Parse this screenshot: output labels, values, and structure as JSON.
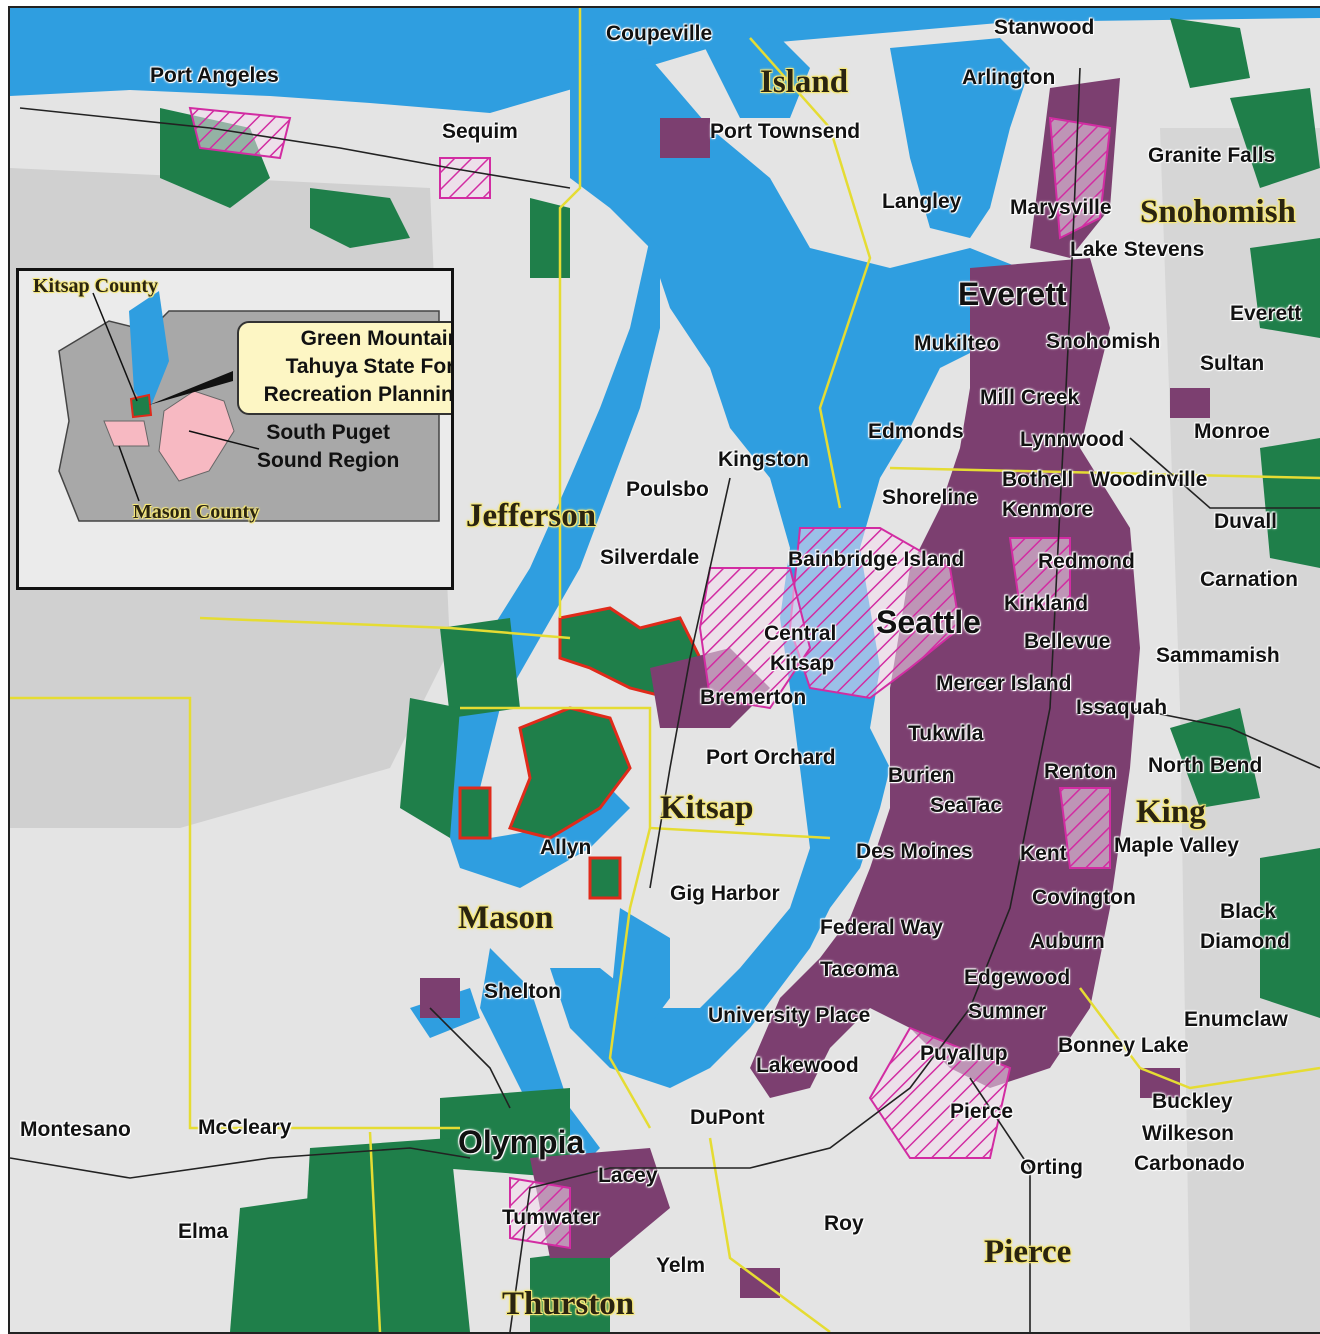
{
  "colors": {
    "water": "#2f9ee0",
    "land": "#e4e4e4",
    "forest": "#1f7f4a",
    "urban": "#7c3f70",
    "uga_hatch": "#d22ca2",
    "county_line": "#e5dc33",
    "planning_area_outline": "#e02a1a",
    "inset_region_fill": "#f7b9c2"
  },
  "inset": {
    "kitsap_county": "Kitsap County",
    "mason_county": "Mason County",
    "callout": {
      "line1": "Green Mountain &",
      "line2": "Tahuya State Forests",
      "line3": "Recreation Planning Area"
    },
    "region_line1": "South Puget",
    "region_line2": "Sound Region"
  },
  "counties": {
    "island": "Island",
    "snohomish": "Snohomish",
    "jefferson": "Jefferson",
    "kitsap": "Kitsap",
    "king": "King",
    "mason": "Mason",
    "pierce": "Pierce",
    "thurston": "Thurston"
  },
  "cities": {
    "stanwood": "Stanwood",
    "coupeville": "Coupeville",
    "port_angeles": "Port Angeles",
    "arlington": "Arlington",
    "sequim": "Sequim",
    "port_townsend": "Port Townsend",
    "granite_falls": "Granite Falls",
    "langley": "Langley",
    "marysville": "Marysville",
    "lake_stevens": "Lake Stevens",
    "everett": "Everett",
    "everett_east": "Everett",
    "mukilteo": "Mukilteo",
    "snohomish_city": "Snohomish",
    "sultan": "Sultan",
    "mill_creek": "Mill Creek",
    "edmonds": "Edmonds",
    "lynnwood": "Lynnwood",
    "monroe": "Monroe",
    "kingston": "Kingston",
    "bothell": "Bothell",
    "woodinville": "Woodinville",
    "poulsbo": "Poulsbo",
    "shoreline": "Shoreline",
    "kenmore": "Kenmore",
    "duvall": "Duvall",
    "silverdale": "Silverdale",
    "bainbridge_island": "Bainbridge Island",
    "redmond": "Redmond",
    "carnation": "Carnation",
    "kirkland": "Kirkland",
    "seattle": "Seattle",
    "central": "Central",
    "kitsap_city": "Kitsap",
    "bellevue": "Bellevue",
    "sammamish": "Sammamish",
    "mercer_island": "Mercer Island",
    "bremerton": "Bremerton",
    "issaquah": "Issaquah",
    "tukwila": "Tukwila",
    "port_orchard": "Port Orchard",
    "burien": "Burien",
    "renton": "Renton",
    "north_bend": "North Bend",
    "seatac": "SeaTac",
    "allyn": "Allyn",
    "des_moines": "Des Moines",
    "kent": "Kent",
    "maple_valley": "Maple Valley",
    "gig_harbor": "Gig Harbor",
    "covington": "Covington",
    "black": "Black",
    "diamond": "Diamond",
    "federal_way": "Federal Way",
    "auburn": "Auburn",
    "tacoma": "Tacoma",
    "edgewood": "Edgewood",
    "shelton": "Shelton",
    "university_place": "University Place",
    "sumner": "Sumner",
    "enumclaw": "Enumclaw",
    "bonney_lake": "Bonney Lake",
    "puyallup": "Puyallup",
    "lakewood": "Lakewood",
    "buckley": "Buckley",
    "montesano": "Montesano",
    "mccleary": "McCleary",
    "dupont": "DuPont",
    "pierce_city": "Pierce",
    "wilkeson": "Wilkeson",
    "olympia": "Olympia",
    "orting": "Orting",
    "carbonado": "Carbonado",
    "lacey": "Lacey",
    "elma": "Elma",
    "tumwater": "Tumwater",
    "roy": "Roy",
    "yelm": "Yelm"
  }
}
